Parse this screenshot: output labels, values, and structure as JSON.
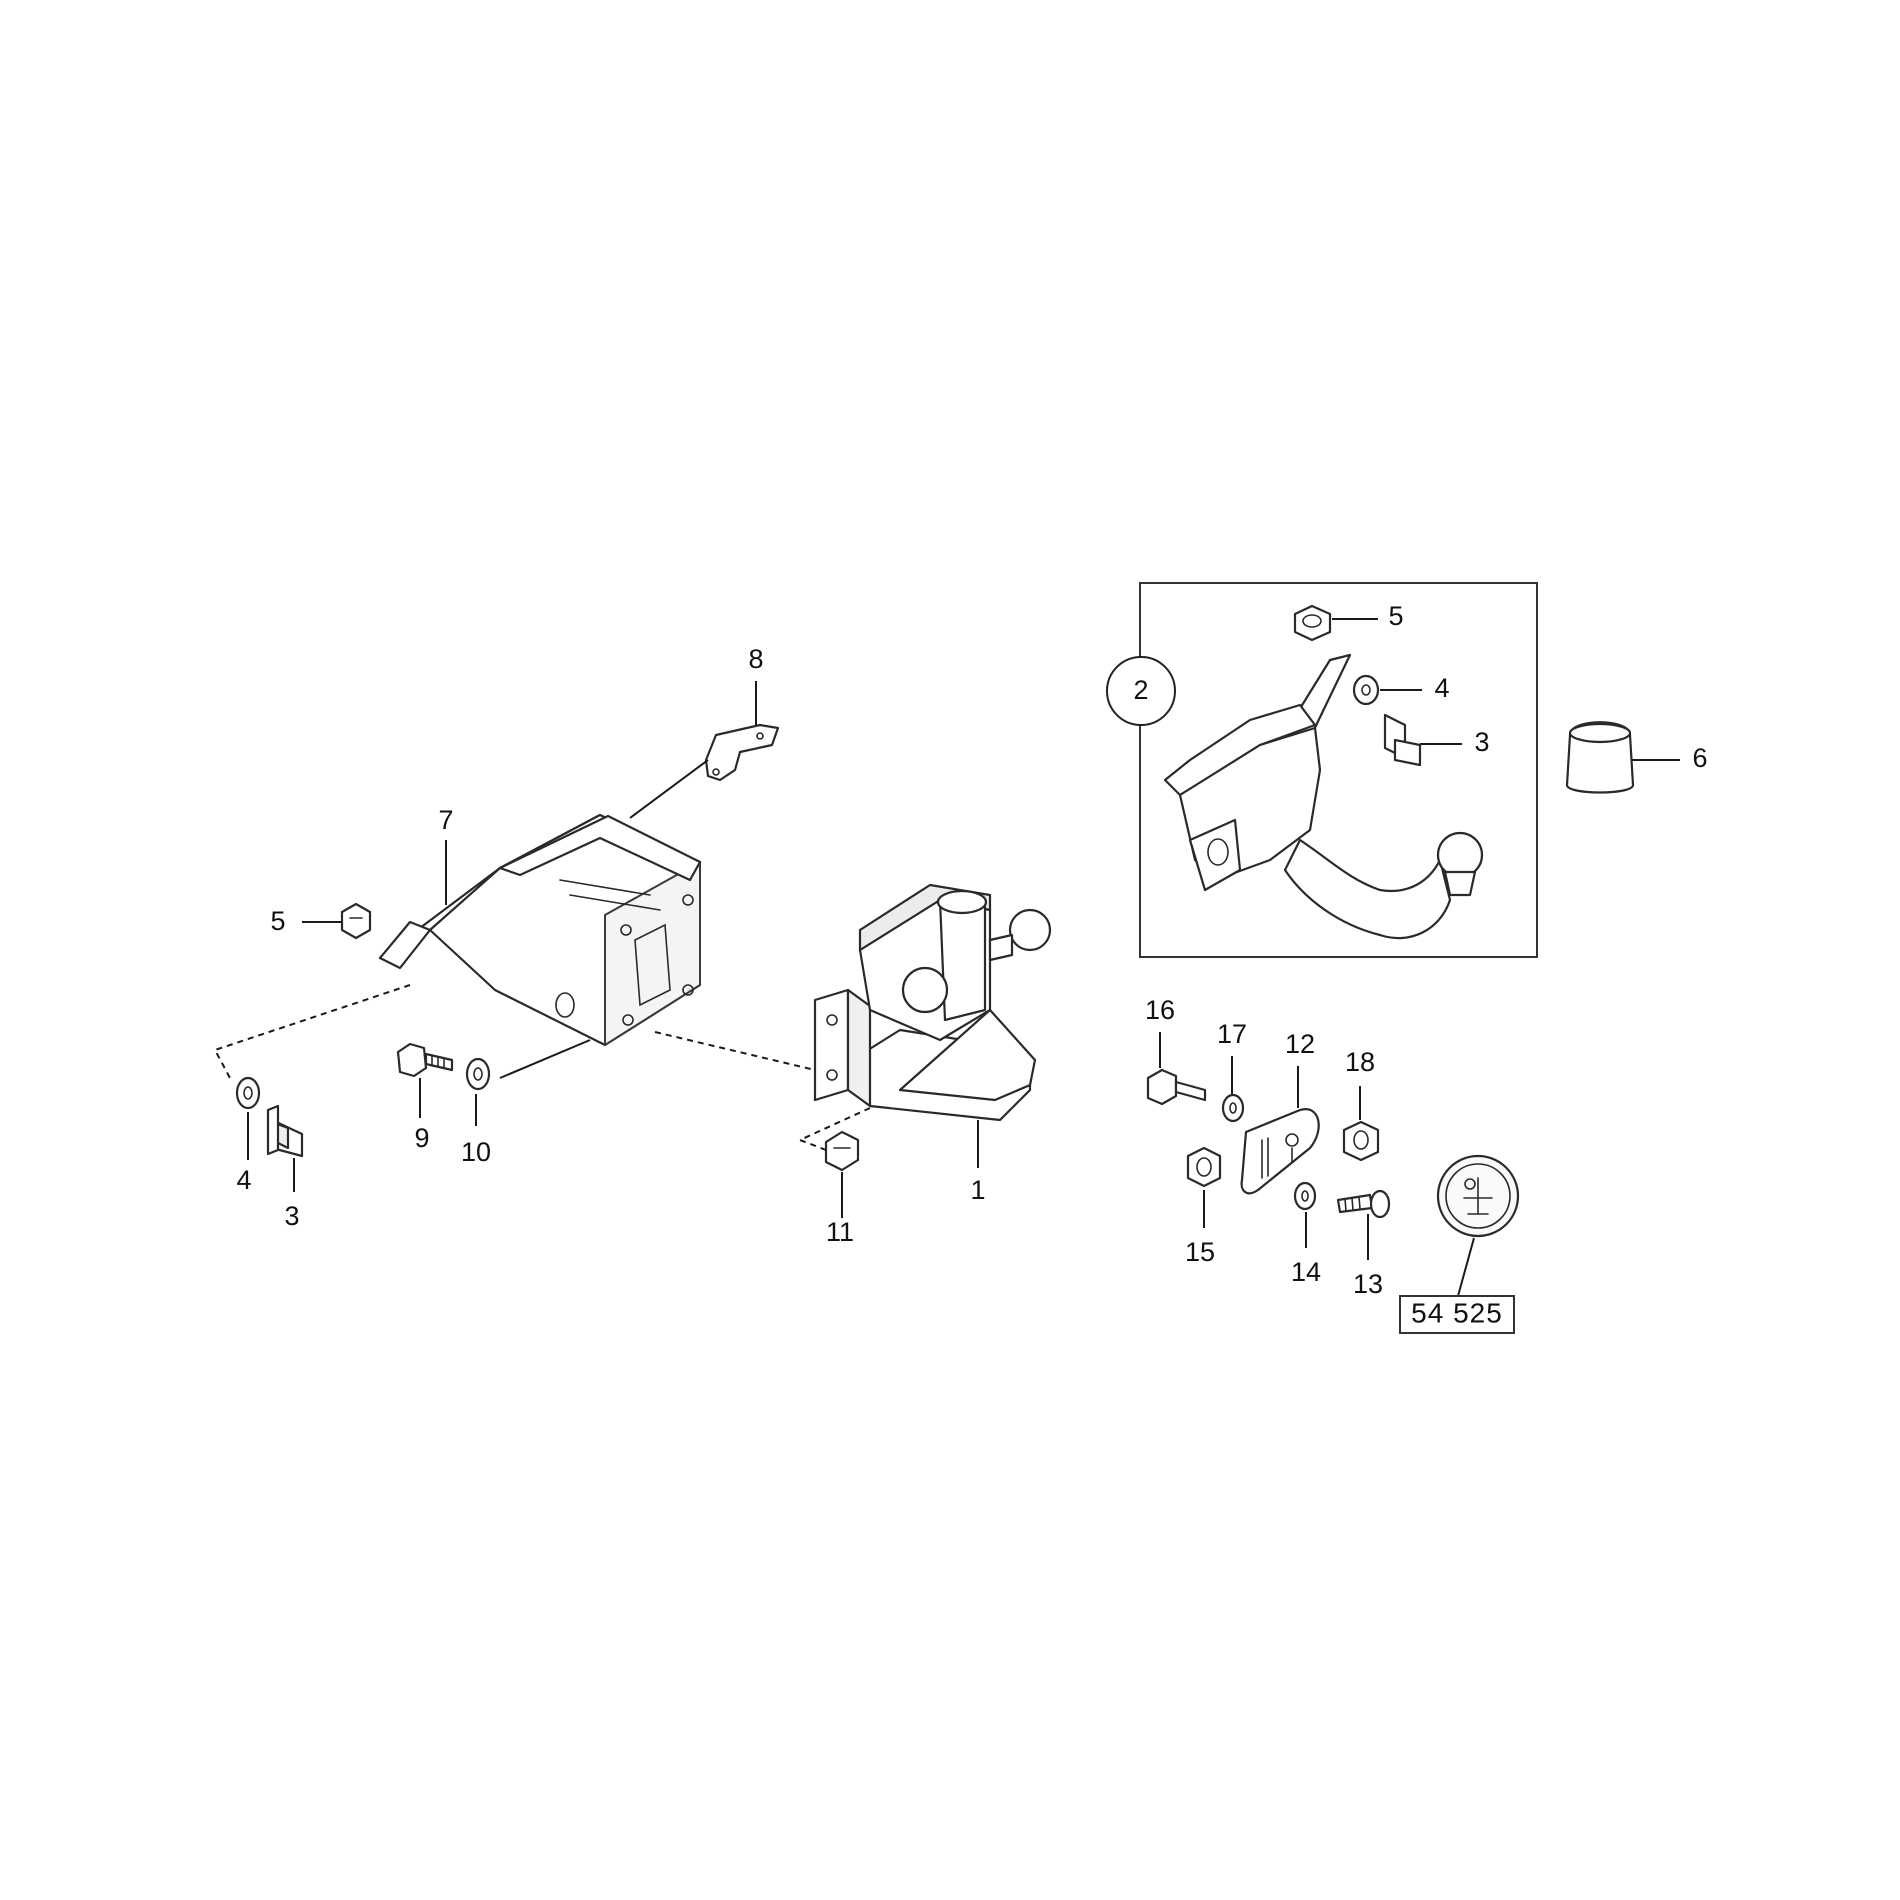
{
  "diagram": {
    "labels": {
      "c1": "1",
      "c2": "2",
      "c3a": "3",
      "c3b": "3",
      "c4a": "4",
      "c4b": "4",
      "c5a": "5",
      "c5b": "5",
      "c6": "6",
      "c7": "7",
      "c8": "8",
      "c9": "9",
      "c10": "10",
      "c11": "11",
      "c12": "12",
      "c13": "13",
      "c14": "14",
      "c15": "15",
      "c16": "16",
      "c17": "17",
      "c18": "18"
    },
    "reference_number": "54 525"
  }
}
